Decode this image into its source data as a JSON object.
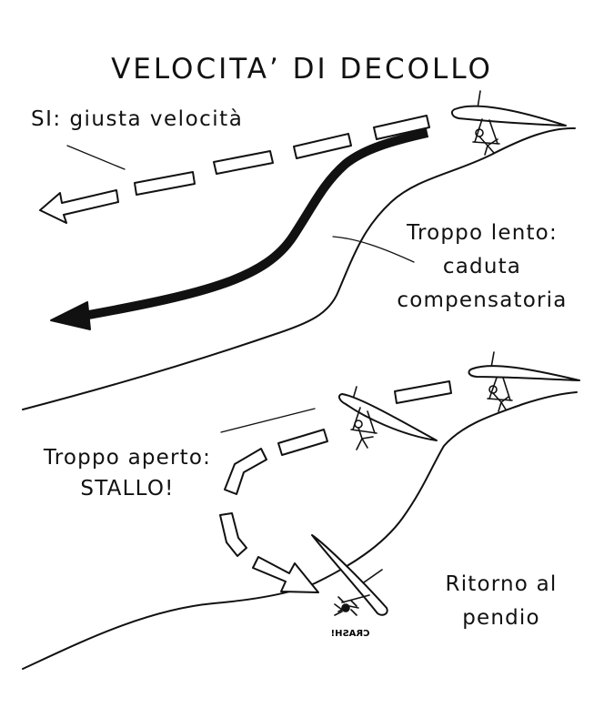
{
  "title": "VELOCITA’ DI DECOLLO",
  "labels": {
    "correct_speed": "SI: giusta velocità",
    "too_slow_line1": "Troppo lento:",
    "too_slow_line2": "caduta",
    "too_slow_line3": "compensatoria",
    "too_open_line1": "Troppo aperto:",
    "too_open_line2": "STALLO!",
    "return_line1": "Ritorno al",
    "return_line2": "pendio",
    "crash": "CRASH!"
  },
  "colors": {
    "ink": "#111111",
    "background": "#ffffff"
  }
}
